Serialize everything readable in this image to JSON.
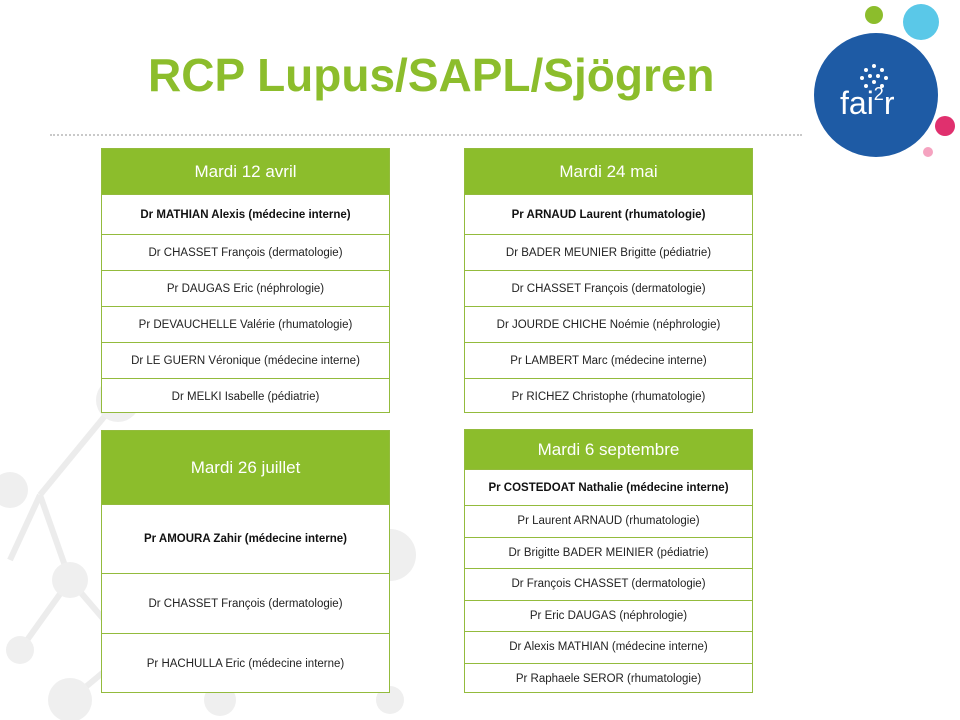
{
  "title": "RCP Lupus/SAPL/Sjögren",
  "logo": {
    "text_main": "fai",
    "text_sup": "2",
    "text_end": "r"
  },
  "colors": {
    "accent": "#8cbd2c",
    "logo_blue": "#1e5ba5",
    "logo_pink": "#e0306e",
    "logo_cyan": "#5ac8e8"
  },
  "schedules": [
    {
      "date": "Mardi 12 avril",
      "lead": "Dr MATHIAN Alexis (médecine interne)",
      "members": [
        "Dr CHASSET François (dermatologie)",
        "Pr DAUGAS Eric (néphrologie)",
        "Pr DEVAUCHELLE Valérie (rhumatologie)",
        "Dr LE GUERN Véronique (médecine interne)",
        "Dr MELKI Isabelle (pédiatrie)"
      ]
    },
    {
      "date": "Mardi 24 mai",
      "lead": "Pr ARNAUD Laurent (rhumatologie)",
      "members": [
        "Dr BADER MEUNIER Brigitte (pédiatrie)",
        "Dr CHASSET François (dermatologie)",
        "Dr JOURDE CHICHE Noémie (néphrologie)",
        "Pr LAMBERT Marc (médecine interne)",
        "Pr RICHEZ Christophe (rhumatologie)"
      ]
    },
    {
      "date": "Mardi 26 juillet",
      "lead": "Pr AMOURA Zahir (médecine interne)",
      "members": [
        "Dr CHASSET François (dermatologie)",
        "Pr HACHULLA Eric (médecine interne)"
      ]
    },
    {
      "date": "Mardi 6 septembre",
      "lead": "Pr COSTEDOAT Nathalie (médecine interne)",
      "members": [
        "Pr Laurent ARNAUD (rhumatologie)",
        "Dr Brigitte BADER MEINIER (pédiatrie)",
        "Dr François CHASSET (dermatologie)",
        "Pr Eric DAUGAS (néphrologie)",
        "Dr Alexis MATHIAN (médecine interne)",
        "Pr Raphaele SEROR (rhumatologie)"
      ]
    }
  ]
}
